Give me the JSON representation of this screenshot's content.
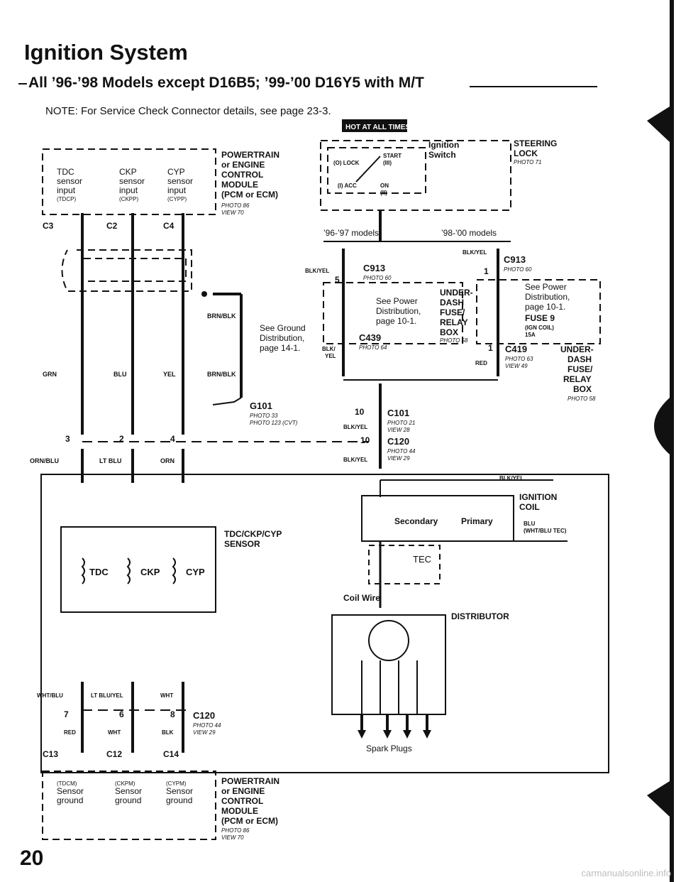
{
  "title": "Ignition System",
  "subtitle": "All ’96-’98 Models except D16B5; ’99-’00 D16Y5 with M/T",
  "note": "NOTE: For Service Check Connector details, see page 23-3.",
  "page_number": "20",
  "watermark": "carmanualsonline.info",
  "hot_label": "HOT AT ALL TIMES",
  "ecm_top": {
    "name": [
      "POWERTRAIN",
      "or ENGINE",
      "CONTROL",
      "MODULE",
      "(PCM or ECM)"
    ],
    "photo": "PHOTO 86",
    "view": "VIEW 70",
    "inputs": [
      {
        "l1": "TDC",
        "l2": "sensor",
        "l3": "input",
        "l4": "(TDCP)"
      },
      {
        "l1": "CKP",
        "l2": "sensor",
        "l3": "input",
        "l4": "(CKPP)"
      },
      {
        "l1": "CYP",
        "l2": "sensor",
        "l3": "input",
        "l4": "(CYPP)"
      }
    ],
    "connectors": [
      "C3",
      "C2",
      "C4"
    ]
  },
  "ecm_bottom": {
    "name": [
      "POWERTRAIN",
      "or ENGINE",
      "CONTROL",
      "MODULE",
      "(PCM or ECM)"
    ],
    "photo": "PHOTO 86",
    "view": "VIEW 70",
    "grounds": [
      {
        "l1": "(TDCM)",
        "l2": "Sensor",
        "l3": "ground"
      },
      {
        "l1": "(CKPM)",
        "l2": "Sensor",
        "l3": "ground"
      },
      {
        "l1": "(CYPM)",
        "l2": "Sensor",
        "l3": "ground"
      }
    ],
    "connectors": [
      "C13",
      "C12",
      "C14"
    ]
  },
  "ignition_switch": {
    "name": [
      "Ignition",
      "Switch"
    ],
    "lock": "(O) LOCK",
    "start": [
      "START",
      "(III)"
    ],
    "acc": "(I) ACC",
    "on": [
      "ON",
      "(II)"
    ],
    "steering": [
      "STEERING",
      "LOCK"
    ],
    "steering_photo": "PHOTO 71",
    "models_a": "’96-’97 models",
    "models_b": "’98-’00 models"
  },
  "fuse_left": {
    "c913": "C913",
    "c913_photo": "PHOTO 60",
    "pin": "5",
    "wire": "BLK/YEL",
    "see": [
      "See Power",
      "Distribution,",
      "page 10-1."
    ],
    "box": [
      "UNDER-",
      "DASH",
      "FUSE/",
      "RELAY",
      "BOX"
    ],
    "box_photo": "PHOTO 58",
    "c439": "C439",
    "c439_photo": "PHOTO 64",
    "out_wire": [
      "BLK/",
      "YEL"
    ]
  },
  "fuse_right": {
    "c913": "C913",
    "c913_photo": "PHOTO 60",
    "pin": "1",
    "wire": "BLK/YEL",
    "see": [
      "See Power",
      "Distribution,",
      "page 10-1."
    ],
    "fuse": "FUSE 9",
    "fuse_sub": [
      "(IGN COIL)",
      "15A"
    ],
    "c419": "C419",
    "c419_photo": "PHOTO 63",
    "c419_view": "VIEW 49",
    "out_wire": "RED",
    "box": [
      "UNDER-",
      "DASH",
      "FUSE/",
      "RELAY",
      "BOX"
    ],
    "box_photo": "PHOTO 58"
  },
  "c101": {
    "name": "C101",
    "photo": "PHOTO 21",
    "view": "VIEW 28",
    "pin": "10",
    "wire": "BLK/YEL"
  },
  "c120_top": {
    "name": "C120",
    "photo": "PHOTO 44",
    "view": "VIEW 29",
    "pin": "10",
    "wire": "BLK/YEL"
  },
  "c120_bottom": {
    "name": "C120",
    "photo": "PHOTO 44",
    "view": "VIEW 29",
    "pins": [
      "7",
      "6",
      "8"
    ]
  },
  "ground": {
    "wire": "BRN/BLK",
    "see": [
      "See Ground",
      "Distribution,",
      "page 14-1."
    ],
    "name": "G101",
    "photo": "PHOTO 33",
    "photo2": "PHOTO 123 (CVT)"
  },
  "wires_top": [
    "GRN",
    "BLU",
    "YEL"
  ],
  "wires_mid": [
    "ORN/BLU",
    "LT BLU",
    "ORN"
  ],
  "pins_mid": [
    "3",
    "2",
    "4"
  ],
  "wires_bottom_a": [
    "WHT/BLU",
    "LT BLU/YEL",
    "WHT"
  ],
  "wires_bottom_b": [
    "RED",
    "WHT",
    "BLK"
  ],
  "sensor": {
    "name": [
      "TDC/CKP/CYP",
      "SENSOR"
    ],
    "parts": [
      "TDC",
      "CKP",
      "CYP"
    ]
  },
  "coil": {
    "name": [
      "IGNITION",
      "COIL"
    ],
    "secondary": "Secondary",
    "primary": "Primary",
    "tec": "TEC",
    "supply_wire": "BLK/YEL",
    "out_wire": [
      "BLU",
      "(WHT/BLU TEC)"
    ]
  },
  "coil_wire": "Coil Wire",
  "distributor": "DISTRIBUTOR",
  "spark_plugs": "Spark Plugs"
}
